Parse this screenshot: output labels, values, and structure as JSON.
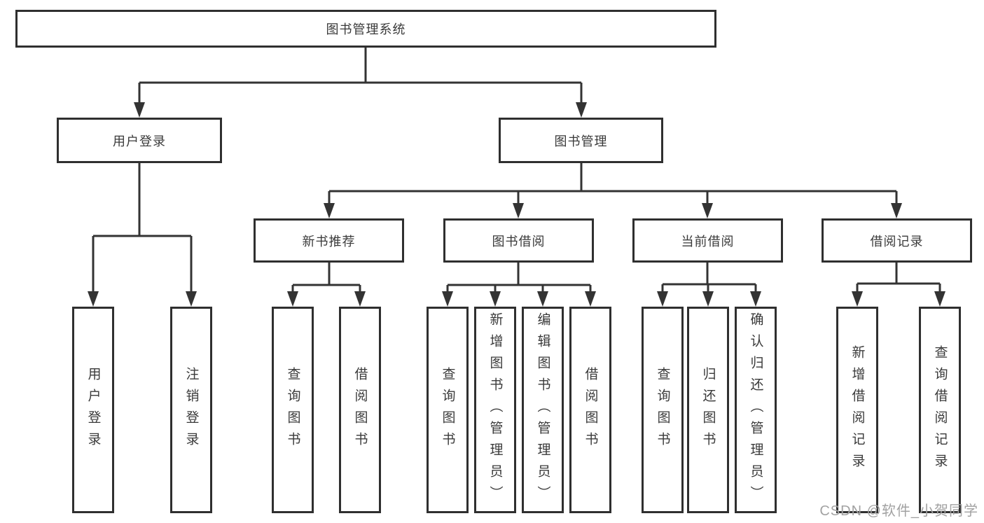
{
  "tree": {
    "label": "图书管理系统",
    "children": [
      {
        "label": "用户登录",
        "children": [
          {
            "label": "用户登录"
          },
          {
            "label": "注销登录"
          }
        ]
      },
      {
        "label": "图书管理",
        "children": [
          {
            "label": "新书推荐",
            "children": [
              {
                "label": "查询图书"
              },
              {
                "label": "借阅图书"
              }
            ]
          },
          {
            "label": "图书借阅",
            "children": [
              {
                "label": "查询图书"
              },
              {
                "label": "新增图书（管理员）"
              },
              {
                "label": "编辑图书（管理员）"
              },
              {
                "label": "借阅图书"
              }
            ]
          },
          {
            "label": "当前借阅",
            "children": [
              {
                "label": "查询图书"
              },
              {
                "label": "归还图书"
              },
              {
                "label": "确认归还（管理员）"
              }
            ]
          },
          {
            "label": "借阅记录",
            "children": [
              {
                "label": "新增借阅记录"
              },
              {
                "label": "查询借阅记录"
              }
            ]
          }
        ]
      }
    ]
  },
  "watermark": {
    "text": "CSDN @软件_小贺同学"
  },
  "colors": {
    "line": "#333333",
    "box_border": "#2f2f2f",
    "text": "#3a3a3a",
    "watermark": "#a2a2a2",
    "background": "#ffffff"
  }
}
